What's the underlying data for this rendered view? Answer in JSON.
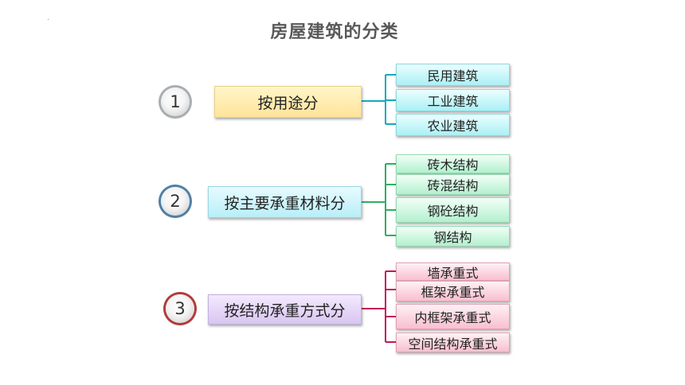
{
  "title": "房屋建筑的分类",
  "groups": [
    {
      "number": "1",
      "label": "按用途分",
      "items": [
        "民用建筑",
        "工业建筑",
        "农业建筑"
      ]
    },
    {
      "number": "2",
      "label": "按主要承重材料分",
      "items": [
        "砖木结构",
        "砖混结构",
        "钢砼结构",
        "钢结构"
      ]
    },
    {
      "number": "3",
      "label": "按结构承重方式分",
      "items": [
        "墙承重式",
        "框架承重式",
        "内框架承重式",
        "空间结构承重式"
      ]
    }
  ],
  "colors": {
    "connector_1": "#17a9b8",
    "connector_2": "#2fae62",
    "connector_3": "#c2185b",
    "title": "#595959"
  }
}
